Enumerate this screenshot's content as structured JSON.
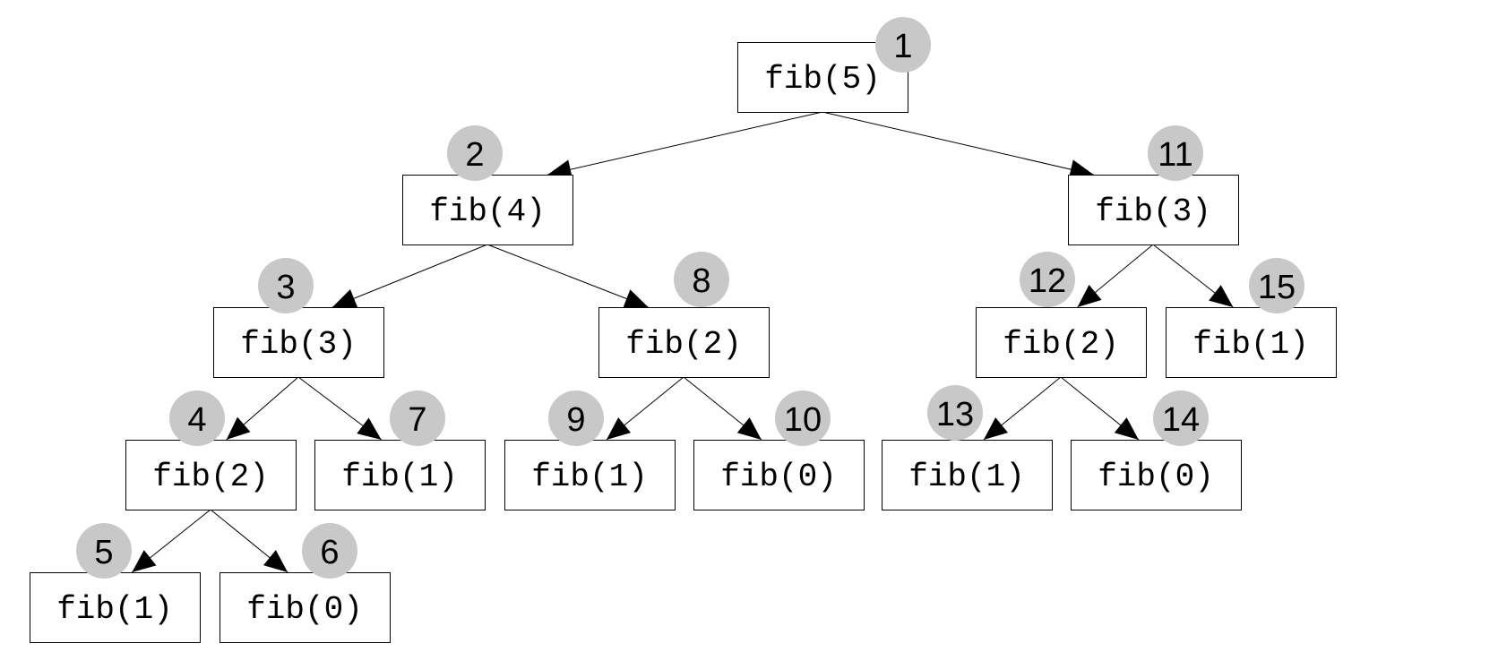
{
  "diagram": {
    "nodes": [
      {
        "id": "n1",
        "label": "fib(5)",
        "order": "1"
      },
      {
        "id": "n2",
        "label": "fib(4)",
        "order": "2"
      },
      {
        "id": "n3",
        "label": "fib(3)",
        "order": "3"
      },
      {
        "id": "n4",
        "label": "fib(2)",
        "order": "4"
      },
      {
        "id": "n5",
        "label": "fib(1)",
        "order": "5"
      },
      {
        "id": "n6",
        "label": "fib(0)",
        "order": "6"
      },
      {
        "id": "n7",
        "label": "fib(1)",
        "order": "7"
      },
      {
        "id": "n8",
        "label": "fib(2)",
        "order": "8"
      },
      {
        "id": "n9",
        "label": "fib(1)",
        "order": "9"
      },
      {
        "id": "n10",
        "label": "fib(0)",
        "order": "10"
      },
      {
        "id": "n11",
        "label": "fib(3)",
        "order": "11"
      },
      {
        "id": "n12",
        "label": "fib(2)",
        "order": "12"
      },
      {
        "id": "n13",
        "label": "fib(1)",
        "order": "13"
      },
      {
        "id": "n14",
        "label": "fib(0)",
        "order": "14"
      },
      {
        "id": "n15",
        "label": "fib(1)",
        "order": "15"
      }
    ],
    "edges": [
      {
        "from": "n1",
        "to": "n2"
      },
      {
        "from": "n1",
        "to": "n11"
      },
      {
        "from": "n2",
        "to": "n3"
      },
      {
        "from": "n2",
        "to": "n8"
      },
      {
        "from": "n3",
        "to": "n4"
      },
      {
        "from": "n3",
        "to": "n7"
      },
      {
        "from": "n4",
        "to": "n5"
      },
      {
        "from": "n4",
        "to": "n6"
      },
      {
        "from": "n8",
        "to": "n9"
      },
      {
        "from": "n8",
        "to": "n10"
      },
      {
        "from": "n11",
        "to": "n12"
      },
      {
        "from": "n11",
        "to": "n15"
      },
      {
        "from": "n12",
        "to": "n13"
      },
      {
        "from": "n12",
        "to": "n14"
      }
    ],
    "colors": {
      "badge": "#c8c8c8",
      "stroke": "#000000",
      "background": "#ffffff"
    }
  }
}
